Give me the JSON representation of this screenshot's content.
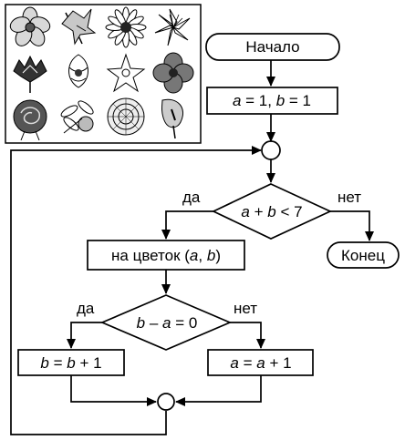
{
  "diagram": {
    "start_label": "Начало",
    "end_label": "Конец",
    "init_block": {
      "var_a": "a",
      "eq_a": " = 1, ",
      "var_b": "b",
      "eq_b": " = 1"
    },
    "main_condition": {
      "a": "a",
      "plus": " + ",
      "b": "b",
      "rest": " < 7"
    },
    "action_block": {
      "prefix": "на цветок (",
      "a": "a",
      "sep": ", ",
      "b": "b",
      "suffix": ")"
    },
    "inner_condition": {
      "b": "b",
      "minus": " – ",
      "a": "a",
      "rest": " = 0"
    },
    "yes_label": "да",
    "no_label": "нет",
    "left_block": {
      "v1": "b",
      "mid": " = ",
      "v2": "b",
      "rest": " + 1"
    },
    "right_block": {
      "v1": "a",
      "mid": " = ",
      "v2": "a",
      "rest": " + 1"
    }
  },
  "flower_grid": {
    "rows": 3,
    "cols": 4,
    "icons": [
      "open-flower-icon",
      "bellflower-icon",
      "daisy-icon",
      "lily-icon",
      "carnation-icon",
      "bud-flower-icon",
      "star-flower-icon",
      "hibiscus-icon",
      "rose-icon",
      "narcissus-icon",
      "peony-icon",
      "calla-icon"
    ]
  }
}
